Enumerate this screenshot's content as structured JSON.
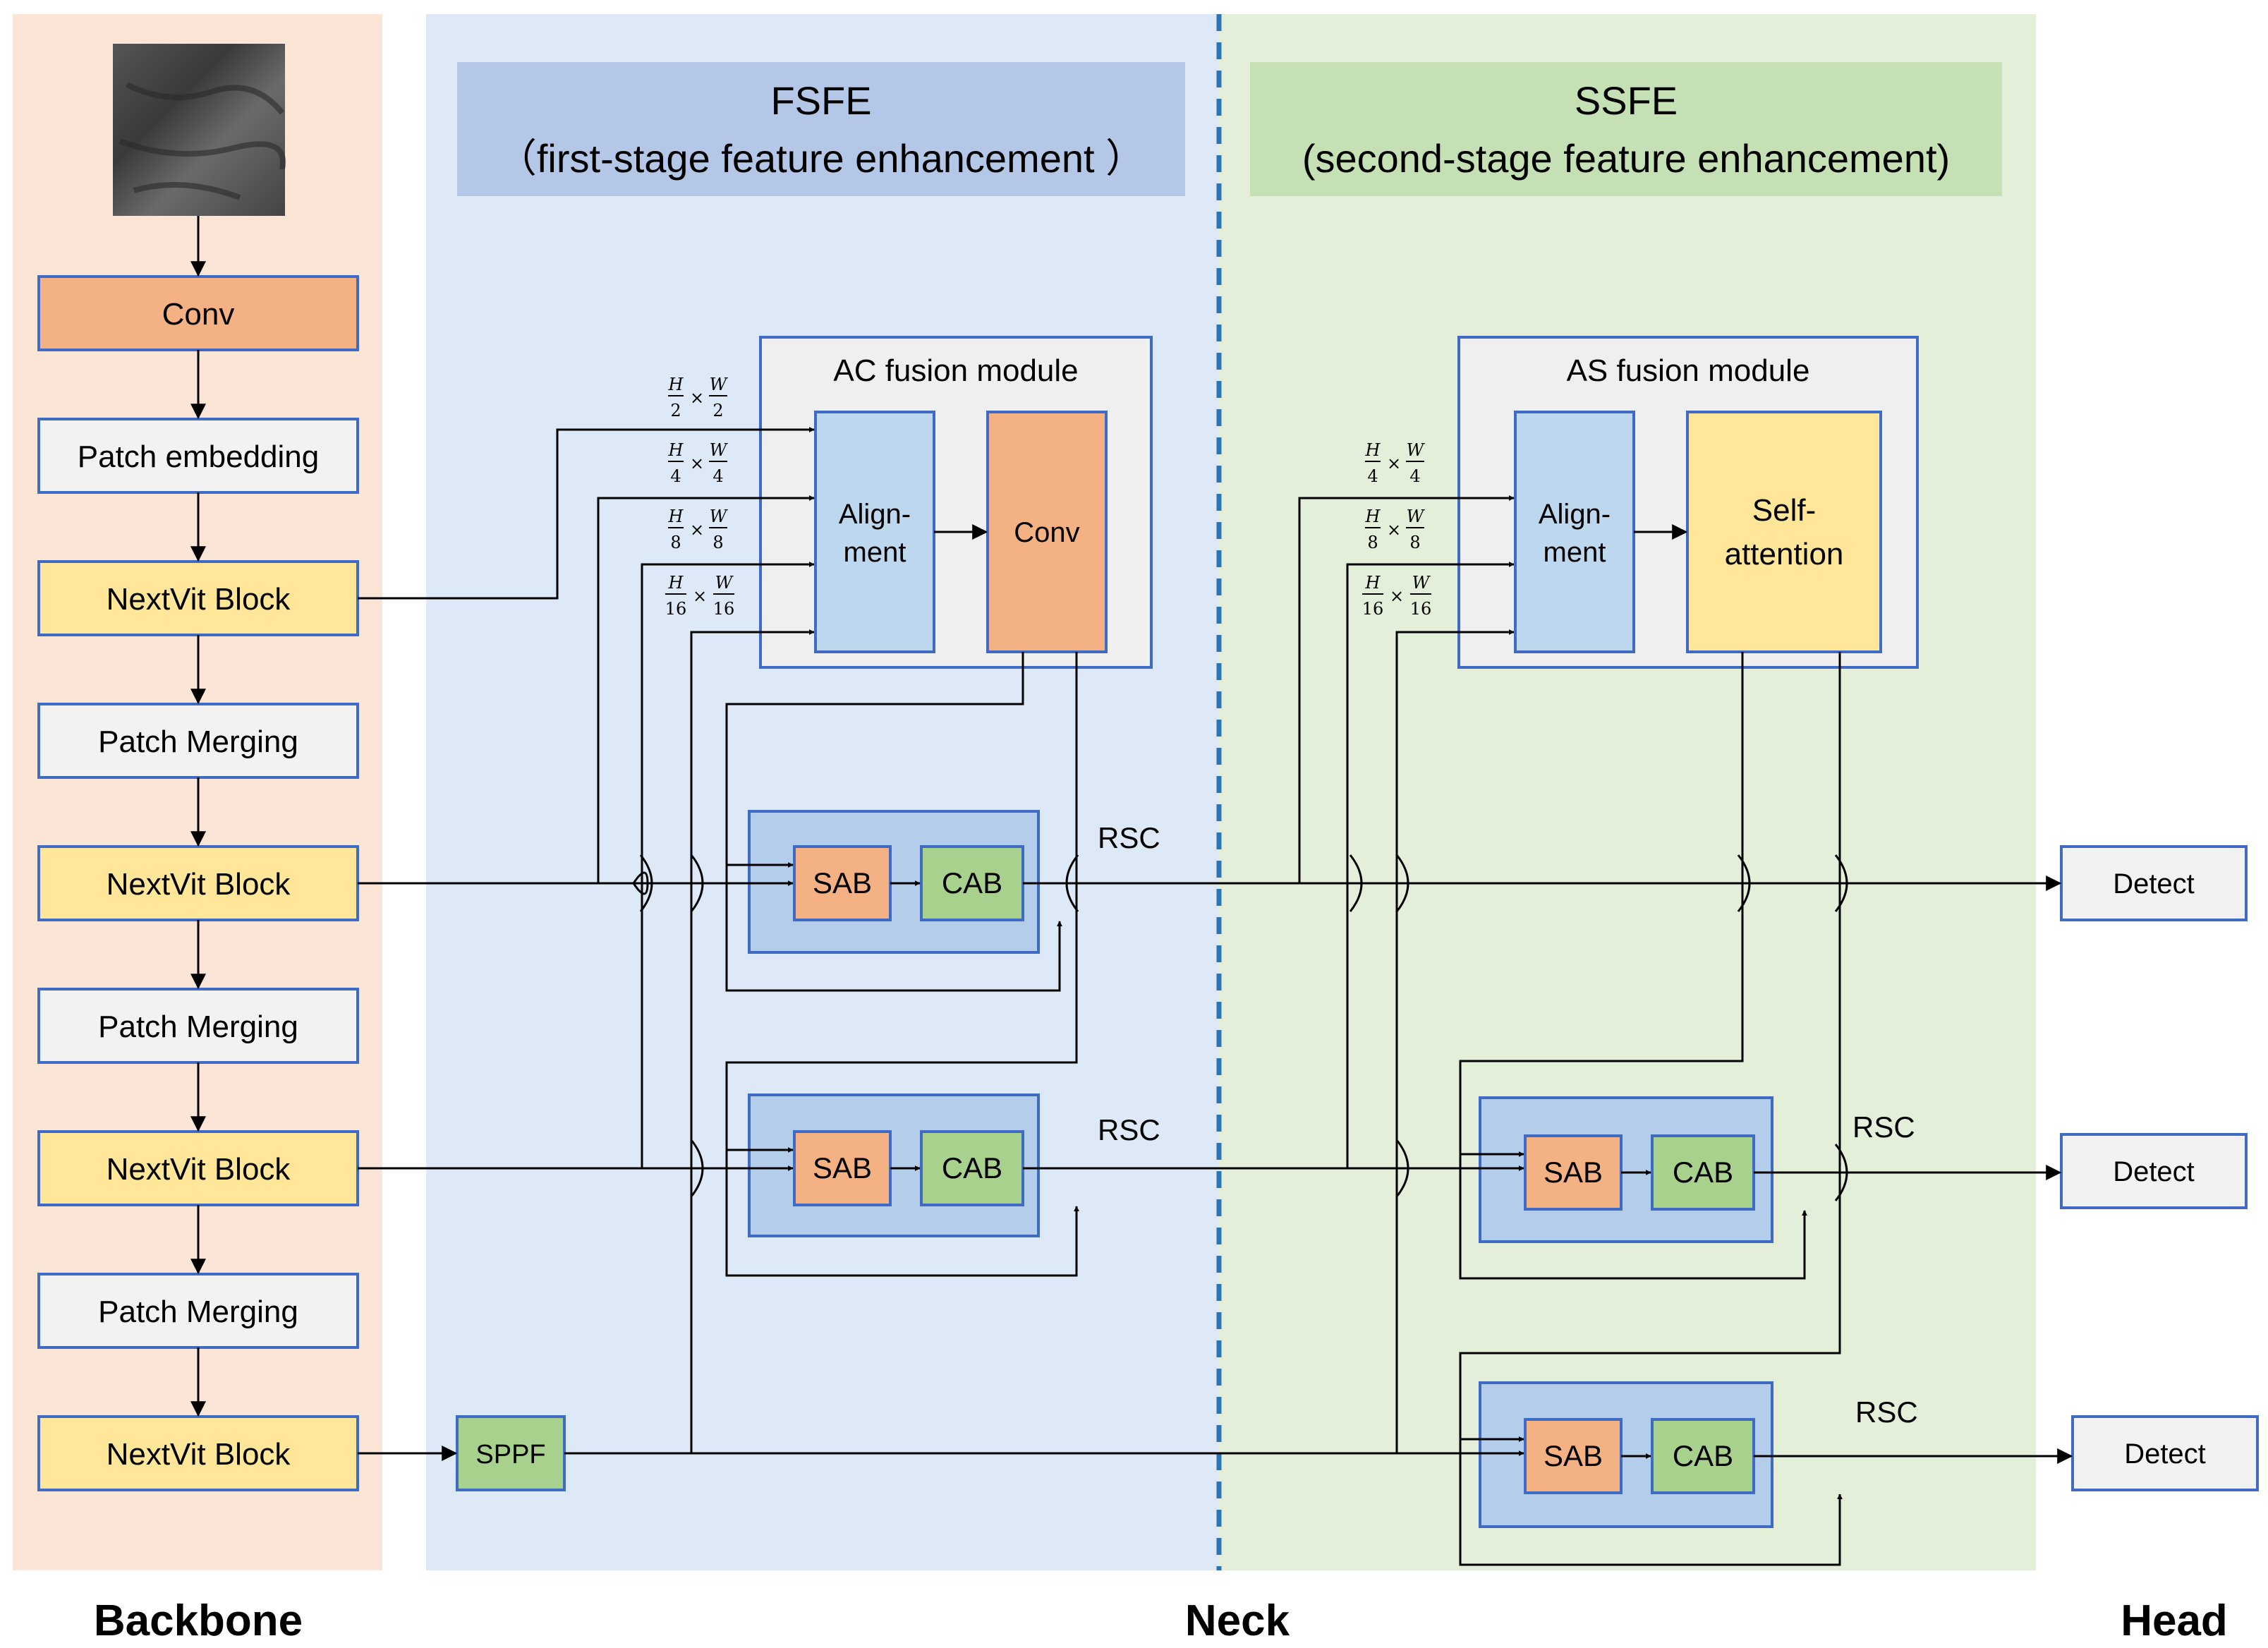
{
  "sections": {
    "backbone": "Backbone",
    "neck": "Neck",
    "head": "Head",
    "fsfe_title": "FSFE",
    "fsfe_subtitle": "（first-stage feature enhancement ）",
    "ssfe_title": "SSFE",
    "ssfe_subtitle": "(second-stage feature enhancement)"
  },
  "backbone": {
    "conv": "Conv",
    "patch_embedding": "Patch embedding",
    "nextvit_block": "NextVit Block",
    "patch_merging": "Patch Merging"
  },
  "ac_module": {
    "title": "AC fusion module",
    "alignment_line1": "Align-",
    "alignment_line2": "ment",
    "conv": "Conv"
  },
  "as_module": {
    "title": "AS fusion module",
    "alignment_line1": "Align-",
    "alignment_line2": "ment",
    "attn_line1": "Self-",
    "attn_line2": "attention"
  },
  "resolutions": {
    "h": "H",
    "w": "W",
    "times": "×",
    "d2": "2",
    "d4": "4",
    "d8": "8",
    "d16": "16"
  },
  "blocks": {
    "sab": "SAB",
    "cab": "CAB",
    "rsc": "RSC",
    "sppf": "SPPF",
    "detect": "Detect"
  },
  "colors": {
    "backbone_bg": "#fbe5d6",
    "fsfe_bg": "#dde9f6",
    "ssfe_bg": "#e3efd9",
    "fsfe_header": "#b4c7e7",
    "ssfe_header": "#c5e0b4",
    "module_bg": "#efefef",
    "alignment": "#bdd7ee",
    "conv": "#f4b183",
    "yellow": "#ffe699",
    "green": "#a9d18e",
    "rsc_bg": "#b4cdea",
    "light_box": "#f2f2f2",
    "divider": "#2e75b6",
    "border": "#3f6bc4"
  }
}
